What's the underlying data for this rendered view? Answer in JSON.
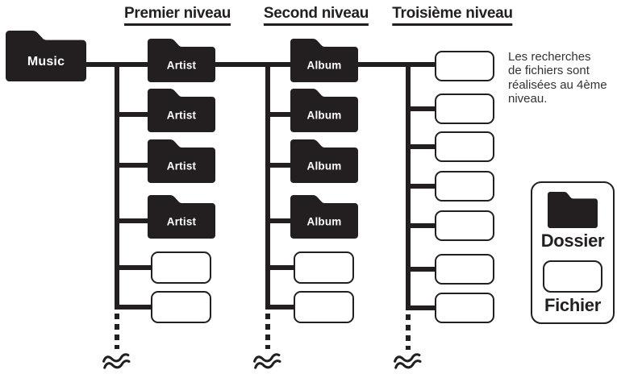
{
  "colors": {
    "ink": "#231f20",
    "note_text": "#333333",
    "label_text": "#ffffff",
    "background": "#ffffff"
  },
  "headers": [
    {
      "label": "Premier niveau"
    },
    {
      "label": "Second niveau"
    },
    {
      "label": "Troisième niveau"
    }
  ],
  "root": {
    "type": "folder",
    "label": "Music"
  },
  "columns": [
    {
      "items": [
        {
          "type": "folder",
          "label": "Artist"
        },
        {
          "type": "folder",
          "label": "Artist"
        },
        {
          "type": "folder",
          "label": "Artist"
        },
        {
          "type": "folder",
          "label": "Artist"
        },
        {
          "type": "file",
          "label": ""
        },
        {
          "type": "file",
          "label": ""
        }
      ]
    },
    {
      "items": [
        {
          "type": "folder",
          "label": "Album"
        },
        {
          "type": "folder",
          "label": "Album"
        },
        {
          "type": "folder",
          "label": "Album"
        },
        {
          "type": "folder",
          "label": "Album"
        },
        {
          "type": "file",
          "label": ""
        },
        {
          "type": "file",
          "label": ""
        }
      ]
    },
    {
      "items": [
        {
          "type": "file",
          "label": ""
        },
        {
          "type": "file",
          "label": ""
        },
        {
          "type": "file",
          "label": ""
        },
        {
          "type": "file",
          "label": ""
        },
        {
          "type": "file",
          "label": ""
        },
        {
          "type": "file",
          "label": ""
        },
        {
          "type": "file",
          "label": ""
        }
      ]
    }
  ],
  "note": {
    "lines": [
      "Les recherches",
      "de fichiers sont",
      "réalisées au 4ème",
      "niveau."
    ]
  },
  "legend": {
    "folder_label": "Dossier",
    "file_label": "Fichier"
  }
}
